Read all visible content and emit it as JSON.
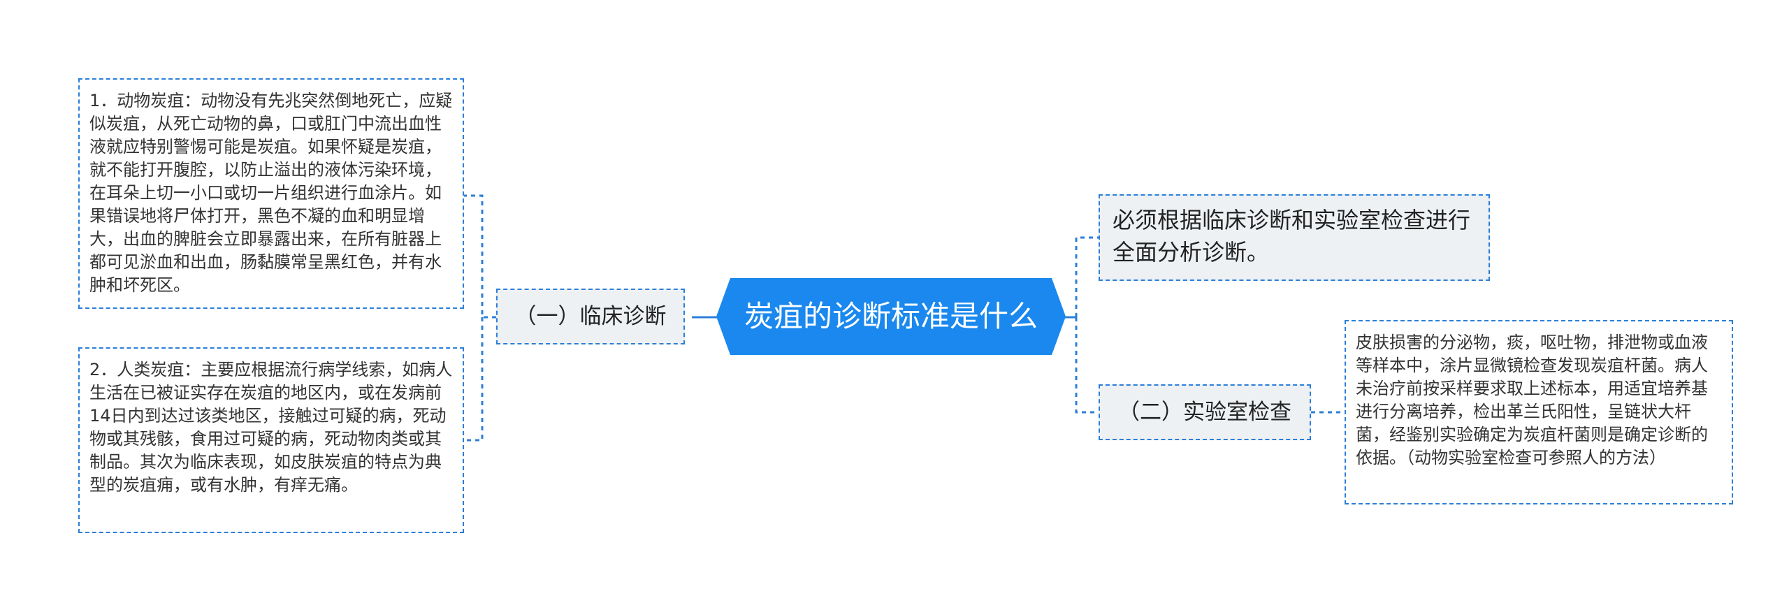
{
  "root": {
    "label": "炭疽的诊断标准是什么"
  },
  "branches": {
    "clinical": {
      "label": "（一）临床诊断",
      "children": [
        {
          "text": "1．动物炭疽：动物没有先兆突然倒地死亡，应疑似炭疽，从死亡动物的鼻，口或肛门中流出血性液就应特别警惕可能是炭疽。如果怀疑是炭疽，就不能打开腹腔，以防止溢出的液体污染环境，在耳朵上切一小口或切一片组织进行血涂片。如果错误地将尸体打开，黑色不凝的血和明显增大，出血的脾脏会立即暴露出来，在所有脏器上都可见淤血和出血，肠黏膜常呈黑红色，并有水肿和坏死区。"
        },
        {
          "text": "2．人类炭疽：主要应根据流行病学线索，如病人生活在已被证实存在炭疽的地区内，或在发病前14日内到达过该类地区，接触过可疑的病，死动物或其残骸，食用过可疑的病，死动物肉类或其制品。其次为临床表现，如皮肤炭疽的特点为典型的炭疽痈，或有水肿，有痒无痛。"
        }
      ]
    },
    "summary": {
      "text": "必须根据临床诊断和实验室检查进行全面分析诊断。"
    },
    "lab": {
      "label": "（二）实验室检查",
      "children": [
        {
          "text": "皮肤损害的分泌物，痰，呕吐物，排泄物或血液等样本中，涂片显微镜检查发现炭疽杆菌。病人未治疗前按采样要求取上述标本，用适宜培养基进行分离培养，检出革兰氏阳性，呈链状大杆菌，经鉴别实验确定为炭疽杆菌则是确定诊断的依据。（动物实验室检查可参照人的方法）"
        }
      ]
    }
  },
  "colors": {
    "root_fill": "#1a88ee",
    "connector": "#2b7fd8",
    "branch_fill": "#eef1f4"
  }
}
